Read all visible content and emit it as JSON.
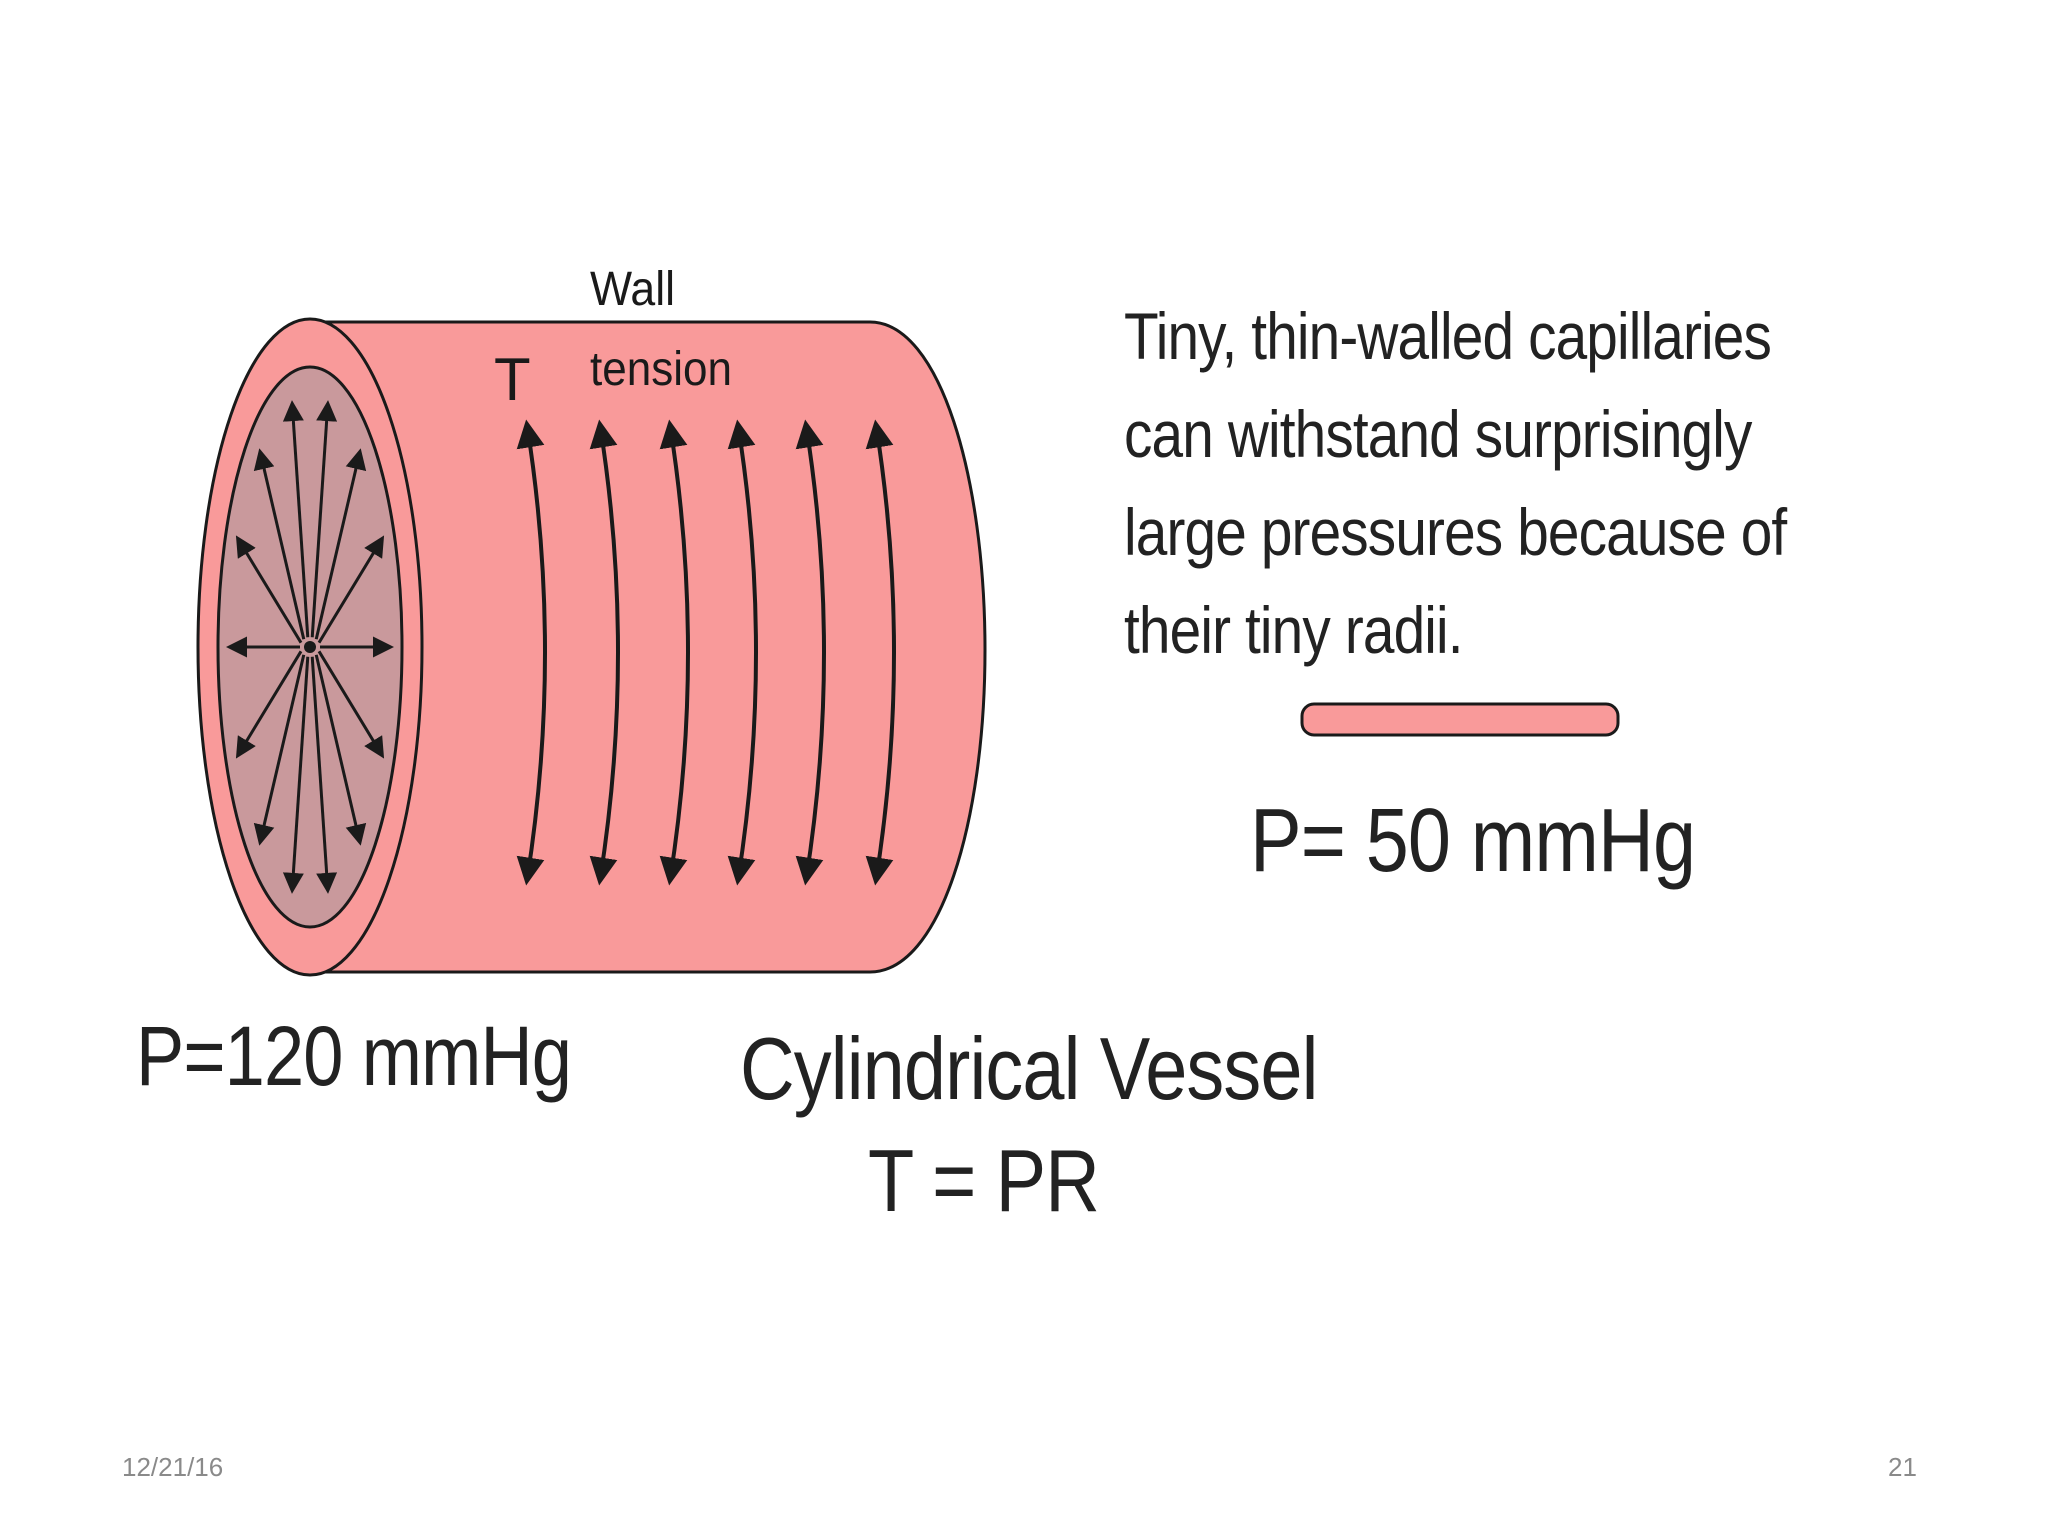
{
  "slide": {
    "footer": {
      "date": "12/21/16",
      "page_number": "21"
    }
  },
  "diagram": {
    "vessel_label_line1": "Wall",
    "vessel_label_line2": "tension",
    "tension_symbol": "T",
    "large_vessel_pressure": "P=120 mmHg",
    "vessel_title": "Cylindrical Vessel",
    "formula": "T = PR",
    "capillary_note_lines": [
      "Tiny, thin-walled capillaries",
      "can withstand surprisingly",
      "large pressures because of",
      "their tiny radii."
    ],
    "capillary_pressure": "P= 50 mmHg"
  },
  "colors": {
    "vessel_fill": "#f99a9a",
    "vessel_inner": "#c9999c",
    "outline": "#1a1a1a"
  }
}
